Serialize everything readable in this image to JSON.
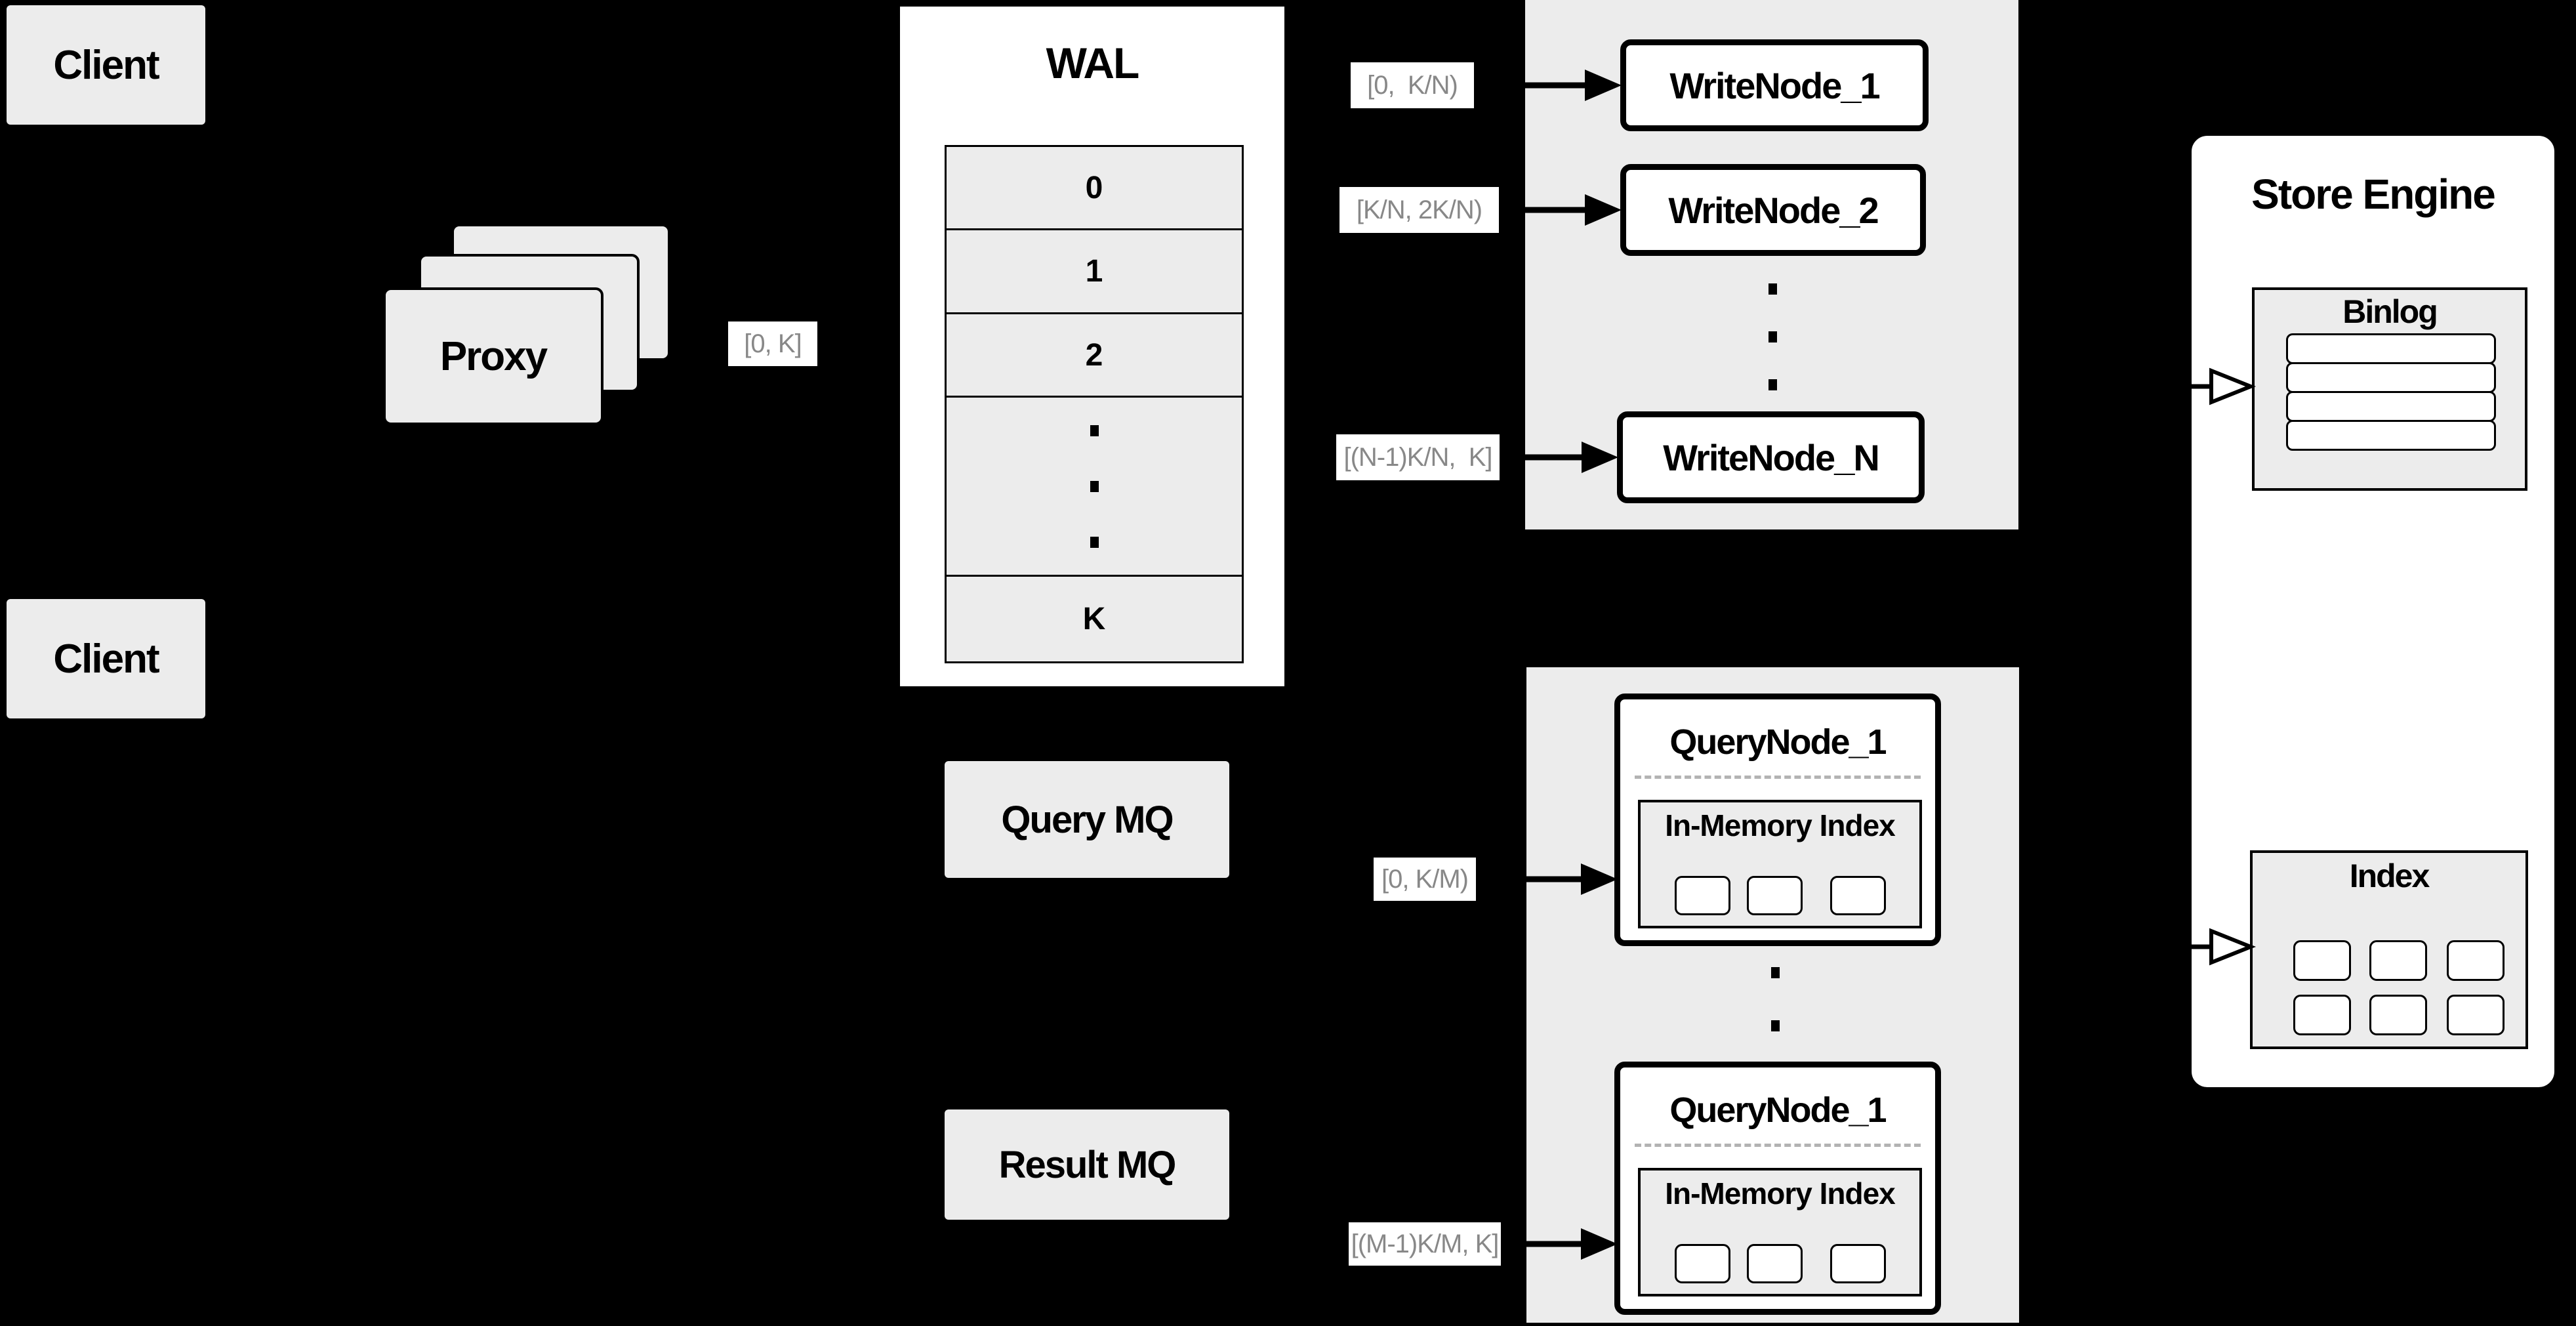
{
  "colors": {
    "background": "#000000",
    "panel_fill": "#ececec",
    "node_fill": "#ffffff",
    "border": "#000000",
    "range_label_text": "#888888",
    "dashed_separator": "#b3b3b3"
  },
  "clients": {
    "top": "Client",
    "bottom": "Client"
  },
  "proxy": {
    "label": "Proxy"
  },
  "range_labels": {
    "proxy_to_wal": "[0, K]",
    "write_1": "[0,  K/N)",
    "write_2": "[K/N, 2K/N)",
    "write_n": "[(N-1)K/N,  K]",
    "query_1": "[0, K/M)",
    "query_m": "[(M-1)K/M, K]"
  },
  "wal": {
    "title": "WAL",
    "rows": [
      "0",
      "1",
      "2",
      "K"
    ]
  },
  "write_nodes": {
    "node_1": "WriteNode_1",
    "node_2": "WriteNode_2",
    "node_n": "WriteNode_N"
  },
  "store_engine": {
    "title": "Store Engine",
    "binlog_title": "Binlog",
    "index_title": "Index"
  },
  "mq": {
    "query": "Query MQ",
    "result": "Result MQ"
  },
  "query_nodes": {
    "top_title": "QueryNode_1",
    "top_inner_title": "In-Memory Index",
    "bottom_title": "QueryNode_1",
    "bottom_inner_title": "In-Memory Index"
  }
}
